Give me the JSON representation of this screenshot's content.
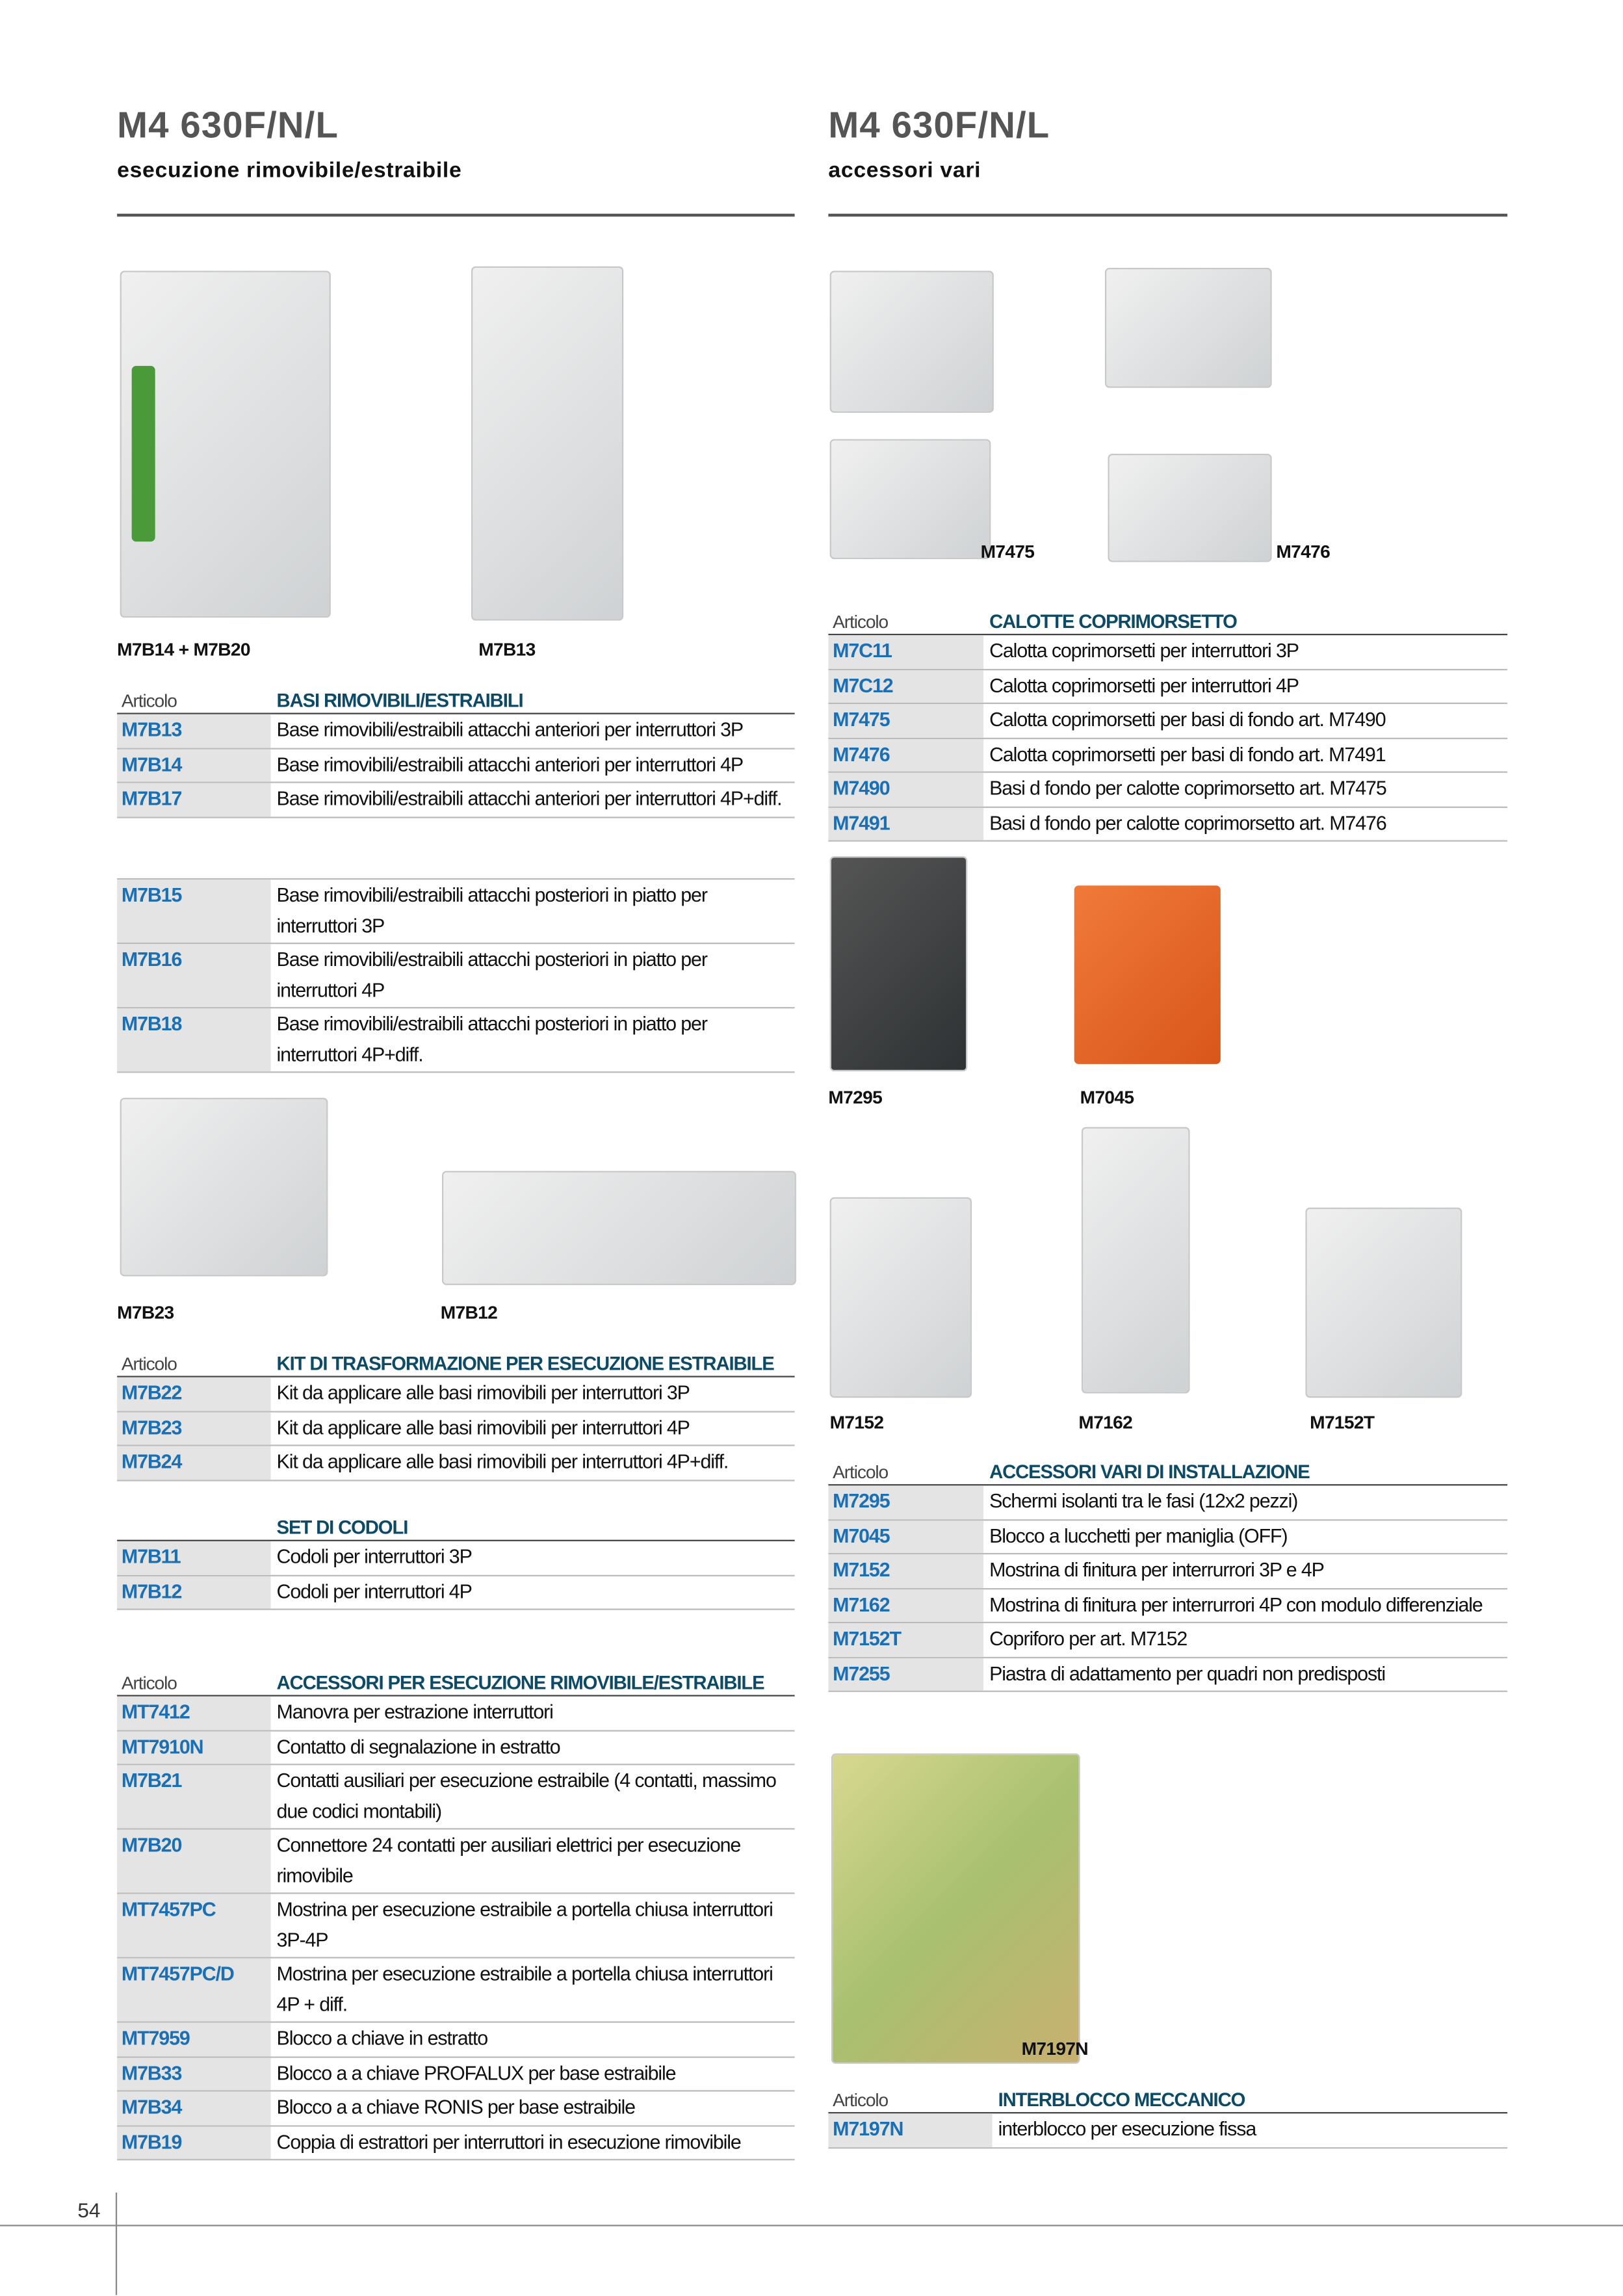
{
  "left": {
    "title": "M4 630F/N/L",
    "subtitle": "esecuzione rimovibile/estraibile",
    "images": [
      "M7B14 + M7B20",
      "M7B13",
      "M7B23",
      "M7B12"
    ]
  },
  "right": {
    "title": "M4 630F/N/L",
    "subtitle": "accessori vari",
    "images": [
      "M7475",
      "M7476",
      "M7295",
      "M7045",
      "M7152",
      "M7162",
      "M7152T",
      "M7197N"
    ]
  },
  "page_number": "54",
  "colors": {
    "code": "#1a6fb5",
    "heading": "#0d4a66",
    "code_bg": "#e4e4e4"
  },
  "tables": [
    {
      "id": "t1",
      "col1": "Articolo",
      "col2": "BASI RIMOVIBILI/ESTRAIBILI",
      "rows": [
        [
          "M7B13",
          "Base rimovibili/estraibili attacchi anteriori per interruttori 3P"
        ],
        [
          "M7B14",
          "Base rimovibili/estraibili  attacchi anteriori per interruttori 4P"
        ],
        [
          "M7B17",
          "Base rimovibili/estraibili  attacchi anteriori per interruttori 4P+diff."
        ]
      ]
    },
    {
      "id": "t2",
      "rows": [
        [
          "M7B15",
          "Base rimovibili/estraibili  attacchi posteriori in piatto  per interruttori 3P"
        ],
        [
          "M7B16",
          "Base rimovibili/estraibili  attacchi posteriori in piatto per interruttori 4P"
        ],
        [
          "M7B18",
          "Base rimovibili/estraibili  attacchi posteriori in piatto per interruttori 4P+diff."
        ]
      ]
    },
    {
      "id": "t3",
      "col1": "Articolo",
      "col2": "KIT DI TRASFORMAZIONE PER ESECUZIONE ESTRAIBILE",
      "rows": [
        [
          "M7B22",
          "Kit da applicare alle basi rimovibili per interruttori 3P"
        ],
        [
          "M7B23",
          "Kit da applicare alle basi rimovibili per interruttori 4P"
        ],
        [
          "M7B24",
          "Kit da applicare alle basi rimovibili per interruttori 4P+diff."
        ]
      ]
    },
    {
      "id": "t4",
      "col1": "",
      "col2": "SET DI CODOLI",
      "rows": [
        [
          "M7B11",
          "Codoli per interruttori 3P"
        ],
        [
          "M7B12",
          "Codoli per interruttori 4P"
        ]
      ]
    },
    {
      "id": "t5",
      "col1": "Articolo",
      "col2": "ACCESSORI PER ESECUZIONE RIMOVIBILE/ESTRAIBILE",
      "rows": [
        [
          "MT7412",
          "Manovra per estrazione interruttori"
        ],
        [
          "MT7910N",
          "Contatto di segnalazione in estratto"
        ],
        [
          "M7B21",
          "Contatti ausiliari per esecuzione estraibile (4 contatti, massimo due codici montabili)"
        ],
        [
          "M7B20",
          "Connettore 24 contatti per ausiliari elettrici per esecuzione rimovibile"
        ],
        [
          "MT7457PC",
          "Mostrina per esecuzione estraibile a portella chiusa interruttori 3P-4P"
        ],
        [
          "MT7457PC/D",
          "Mostrina per esecuzione estraibile a portella chiusa interruttori 4P + diff."
        ],
        [
          "MT7959",
          "Blocco a chiave in estratto"
        ],
        [
          "M7B33",
          "Blocco a a chiave PROFALUX per base estraibile"
        ],
        [
          "M7B34",
          "Blocco a a chiave RONIS per base estraibile"
        ],
        [
          "M7B19",
          "Coppia di estrattori per interruttori in esecuzione rimovibile"
        ]
      ]
    },
    {
      "id": "r1",
      "col1": "Articolo",
      "col2": "CALOTTE COPRIMORSETTO",
      "rows": [
        [
          "M7C11",
          "Calotta coprimorsetti per interruttori 3P"
        ],
        [
          "M7C12",
          "Calotta coprimorsetti per interruttori 4P"
        ],
        [
          "M7475",
          "Calotta coprimorsetti per  basi di fondo art. M7490"
        ],
        [
          "M7476",
          "Calotta coprimorsetti per  basi di fondo art. M7491"
        ],
        [
          "M7490",
          "Basi d fondo per calotte coprimorsetto art. M7475"
        ],
        [
          "M7491",
          "Basi d fondo per calotte coprimorsetto art. M7476"
        ]
      ]
    },
    {
      "id": "r2",
      "col1": "Articolo",
      "col2": "ACCESSORI VARI DI INSTALLAZIONE",
      "rows": [
        [
          "M7295",
          "Schermi isolanti tra le fasi (12x2 pezzi)"
        ],
        [
          "M7045",
          "Blocco a lucchetti per maniglia (OFF)"
        ],
        [
          "M7152",
          "Mostrina di finitura per interrurrori 3P e 4P"
        ],
        [
          "M7162",
          "Mostrina di finitura per interrurrori 4P con modulo differenziale"
        ],
        [
          "M7152T",
          "Copriforo per art. M7152"
        ],
        [
          "M7255",
          "Piastra di adattamento per quadri non  predisposti"
        ]
      ]
    },
    {
      "id": "r3",
      "col1": "Articolo",
      "col2": "INTERBLOCCO MECCANICO",
      "rows": [
        [
          "M7197N",
          "interblocco per esecuzione fissa"
        ]
      ]
    }
  ]
}
